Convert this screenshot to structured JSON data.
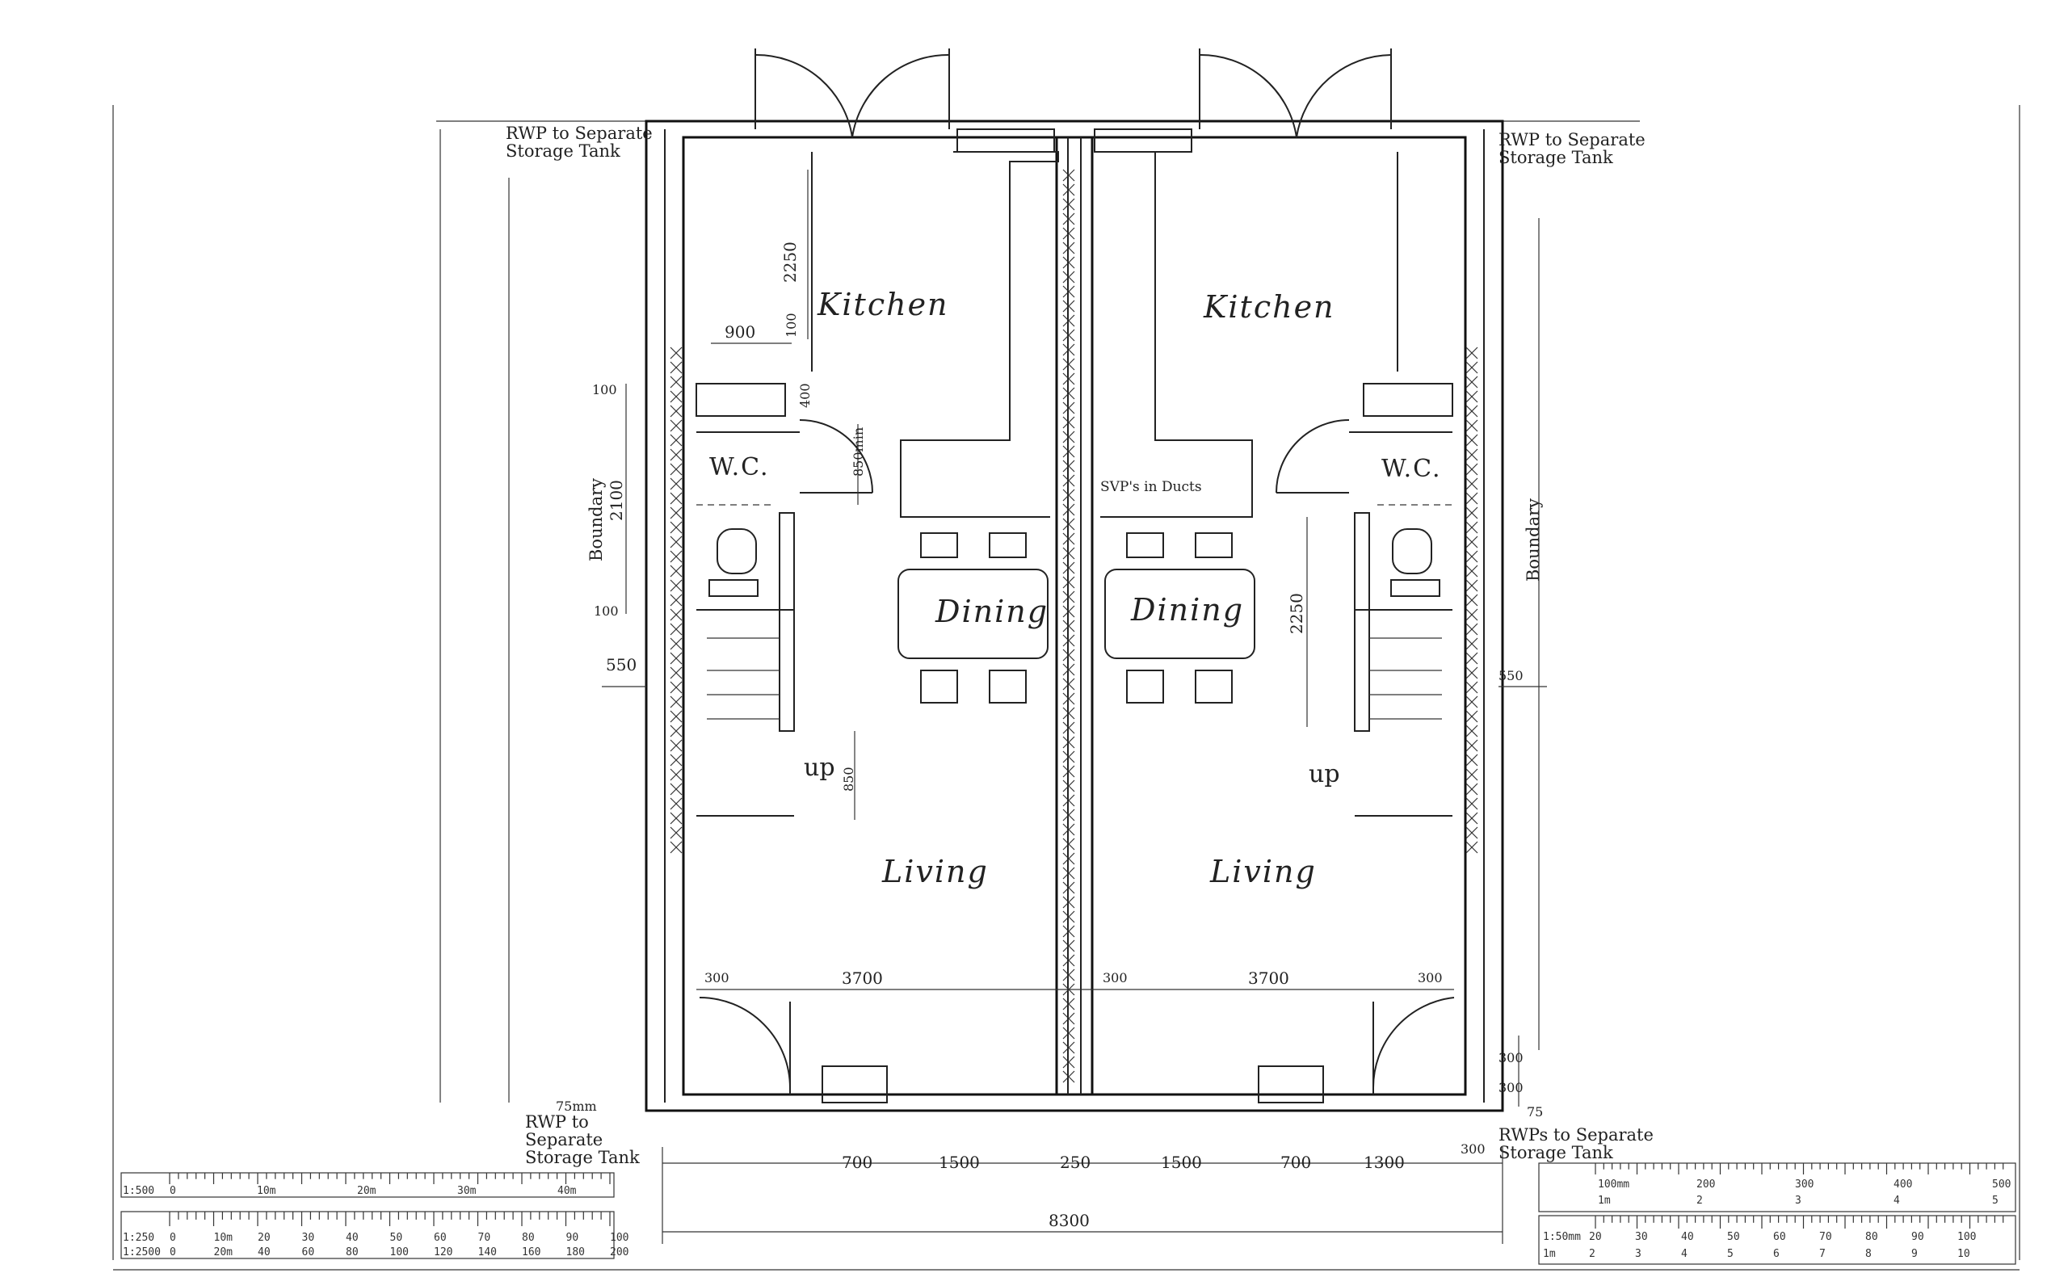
{
  "rooms": {
    "left": {
      "kitchen": "Kitchen",
      "wc": "W.C.",
      "dining": "Dining",
      "living": "Living",
      "stair": "up"
    },
    "right": {
      "kitchen": "Kitchen",
      "wc": "W.C.",
      "dining": "Dining",
      "living": "Living",
      "stair": "up"
    }
  },
  "notes": {
    "rwp_top_left": [
      "RWP to Separate",
      "Storage Tank"
    ],
    "rwp_top_right": [
      "RWP to Separate",
      "Storage Tank"
    ],
    "rwp_bottom_left": [
      "RWP to",
      "Separate",
      "Storage Tank"
    ],
    "rwp_bottom_right": [
      "RWPs to Separate",
      "Storage Tank"
    ],
    "svp": "SVP's in Ducts",
    "boundary_left": "Boundary",
    "boundary_right": "Boundary"
  },
  "dimensions": {
    "d2250_kitchen": "2250",
    "d900": "900",
    "d100_top_small": "100",
    "d400": "400",
    "d100_left_top": "100",
    "d2100": "2100",
    "d100_left_bottom": "100",
    "d850min": "850min",
    "d550_left": "550",
    "d850_stair": "850",
    "d2250_right": "2250",
    "d550_right": "550",
    "d300_a": "300",
    "d3700_a": "3700",
    "d300_b": "300",
    "d3700_b": "3700",
    "d300_c": "300",
    "d300_vert_a": "300",
    "d300_vert_b": "300",
    "d75_right": "75",
    "d75mm": "75mm",
    "bottom_row": [
      "700",
      "1500",
      "250",
      "1500",
      "700",
      "1300",
      "300"
    ],
    "overall": "8300"
  },
  "scale_left": {
    "row0_prefix": "1:500",
    "row0": [
      "0",
      "10m",
      "20m",
      "30m",
      "40m"
    ],
    "row1_prefix": "1:250",
    "row1": [
      "0",
      "10m",
      "20",
      "30",
      "40",
      "50",
      "60",
      "70",
      "80",
      "90",
      "100"
    ],
    "row2_prefix": "1:2500",
    "row2": [
      "0",
      "20m",
      "40",
      "60",
      "80",
      "100",
      "120",
      "140",
      "160",
      "180",
      "200"
    ]
  },
  "scale_right": {
    "row0": [
      "100mm",
      "200",
      "300",
      "400",
      "500"
    ],
    "row0b": [
      "1m",
      "2",
      "3",
      "4",
      "5"
    ],
    "row1": [
      "1:50mm",
      "20",
      "30",
      "40",
      "50",
      "60",
      "70",
      "80",
      "90",
      "100"
    ],
    "row1b": [
      "1m",
      "2",
      "3",
      "4",
      "5",
      "6",
      "7",
      "8",
      "9",
      "10"
    ]
  }
}
